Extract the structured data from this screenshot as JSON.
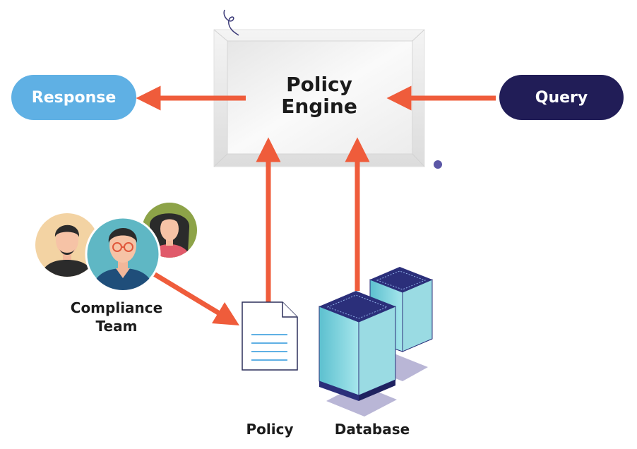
{
  "engine": {
    "title_line1": "Policy",
    "title_line2": "Engine"
  },
  "response": {
    "label": "Response",
    "color": "#5fb0e4"
  },
  "query": {
    "label": "Query",
    "color": "#211d57"
  },
  "compliance_team": {
    "line1": "Compliance",
    "line2": "Team"
  },
  "policy": {
    "label": "Policy"
  },
  "database": {
    "label": "Database"
  },
  "colors": {
    "arrow": "#ef5c3b",
    "dot": "#5b57a6",
    "server_top": "#2b2f7a",
    "server_glass": "#7fd6e0"
  },
  "icons": [
    "person-beard-icon",
    "person-glasses-icon",
    "person-woman-icon",
    "document-icon",
    "server-rack-icon"
  ]
}
